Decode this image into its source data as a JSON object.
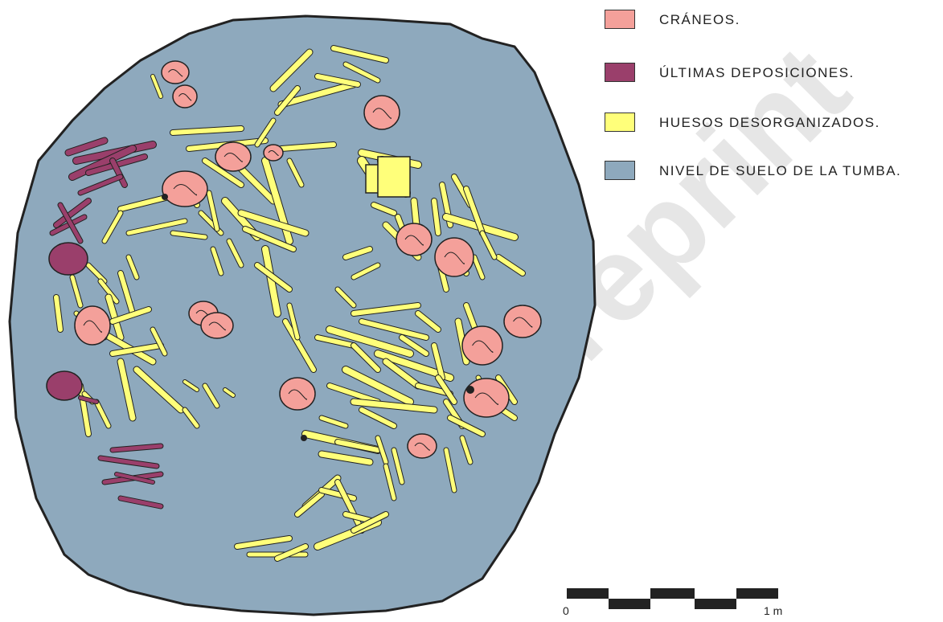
{
  "legend": {
    "items": [
      {
        "label": "CRÁNEOS.",
        "color": "#f4a09a"
      },
      {
        "label": "ÚLTIMAS DEPOSICIONES.",
        "color": "#9a3f6b"
      },
      {
        "label": "HUESOS DESORGANIZADOS.",
        "color": "#ffff7a"
      },
      {
        "label": "NIVEL DE SUELO DE LA TUMBA.",
        "color": "#8ea9bd"
      }
    ]
  },
  "scale": {
    "start_label": "0",
    "end_label": "1 m"
  },
  "watermark": {
    "text": "Preprint"
  },
  "colors": {
    "floor": "#8ea9bd",
    "skull": "#f4a09a",
    "deposition": "#9a3f6b",
    "bone": "#ffff7a",
    "outline": "#222222"
  }
}
